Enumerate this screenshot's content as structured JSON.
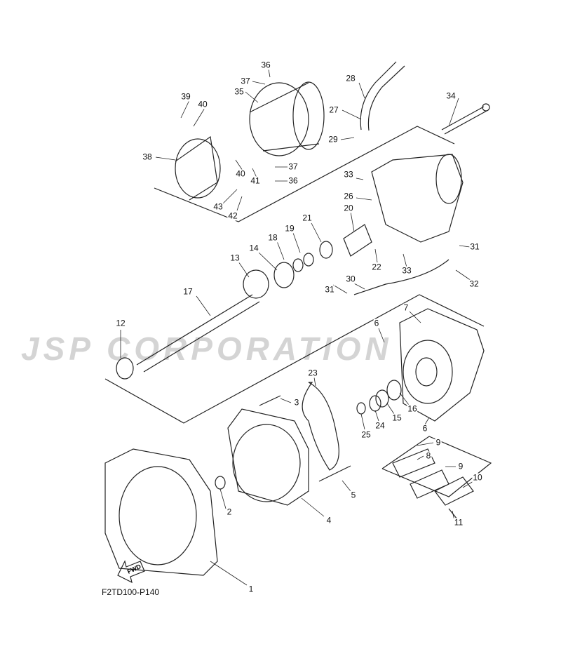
{
  "diagram_code": "F2TD100-P140",
  "fwd_label": "FWD",
  "watermark": "JSP CORPORATION",
  "callouts": [
    {
      "id": "c36a",
      "label": "36"
    },
    {
      "id": "c37a",
      "label": "37"
    },
    {
      "id": "c35",
      "label": "35"
    },
    {
      "id": "c39",
      "label": "39"
    },
    {
      "id": "c40a",
      "label": "40"
    },
    {
      "id": "c38",
      "label": "38"
    },
    {
      "id": "c40b",
      "label": "40"
    },
    {
      "id": "c41",
      "label": "41"
    },
    {
      "id": "c37b",
      "label": "37"
    },
    {
      "id": "c36b",
      "label": "36"
    },
    {
      "id": "c43",
      "label": "43"
    },
    {
      "id": "c42",
      "label": "42"
    },
    {
      "id": "c28",
      "label": "28"
    },
    {
      "id": "c27",
      "label": "27"
    },
    {
      "id": "c29",
      "label": "29"
    },
    {
      "id": "c34",
      "label": "34"
    },
    {
      "id": "c33a",
      "label": "33"
    },
    {
      "id": "c26",
      "label": "26"
    },
    {
      "id": "c20",
      "label": "20"
    },
    {
      "id": "c21",
      "label": "21"
    },
    {
      "id": "c19",
      "label": "19"
    },
    {
      "id": "c18",
      "label": "18"
    },
    {
      "id": "c14",
      "label": "14"
    },
    {
      "id": "c13",
      "label": "13"
    },
    {
      "id": "c22",
      "label": "22"
    },
    {
      "id": "c33b",
      "label": "33"
    },
    {
      "id": "c31a",
      "label": "31"
    },
    {
      "id": "c32",
      "label": "32"
    },
    {
      "id": "c30",
      "label": "30"
    },
    {
      "id": "c31b",
      "label": "31"
    },
    {
      "id": "c17",
      "label": "17"
    },
    {
      "id": "c12",
      "label": "12"
    },
    {
      "id": "c7",
      "label": "7"
    },
    {
      "id": "c6a",
      "label": "6"
    },
    {
      "id": "c23",
      "label": "23"
    },
    {
      "id": "c3",
      "label": "3"
    },
    {
      "id": "c16",
      "label": "16"
    },
    {
      "id": "c15",
      "label": "15"
    },
    {
      "id": "c24",
      "label": "24"
    },
    {
      "id": "c25",
      "label": "25"
    },
    {
      "id": "c6b",
      "label": "6"
    },
    {
      "id": "c9a",
      "label": "9"
    },
    {
      "id": "c8",
      "label": "8"
    },
    {
      "id": "c9b",
      "label": "9"
    },
    {
      "id": "c10",
      "label": "10"
    },
    {
      "id": "c5",
      "label": "5"
    },
    {
      "id": "c2",
      "label": "2"
    },
    {
      "id": "c4",
      "label": "4"
    },
    {
      "id": "c11",
      "label": "11"
    },
    {
      "id": "c1",
      "label": "1"
    }
  ]
}
